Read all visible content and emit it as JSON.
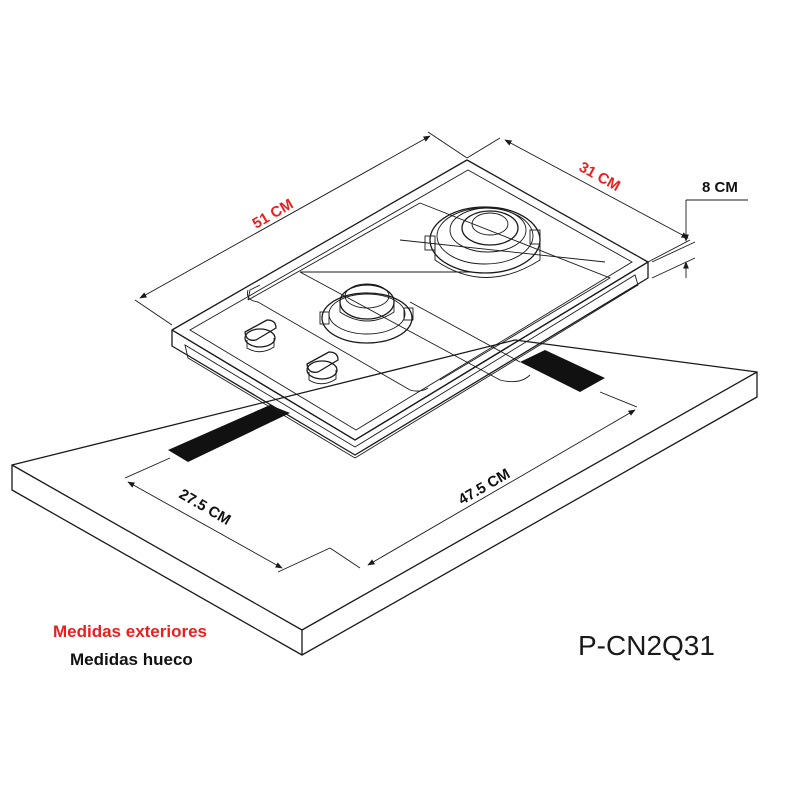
{
  "dimensions": {
    "outer_length": "51 CM",
    "outer_width": "31 CM",
    "height": "8 CM",
    "cutout_width": "27.5 CM",
    "cutout_length": "47.5 CM"
  },
  "legend": {
    "exterior": "Medidas exteriores",
    "cutout": "Medidas hueco"
  },
  "model": "P-CN2Q31",
  "colors": {
    "exterior": "#e8201e",
    "cutout": "#111111",
    "line": "#1a1a1a"
  }
}
